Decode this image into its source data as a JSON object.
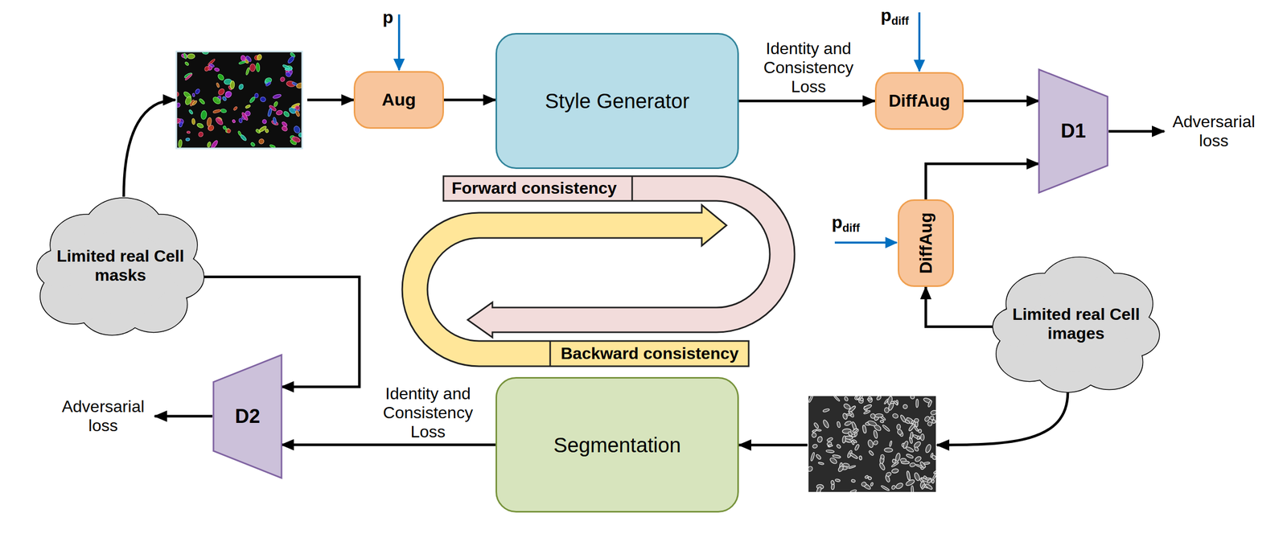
{
  "diagram": {
    "nodes": [
      {
        "text": [
          "Limited real Cell masks"
        ]
      },
      {
        "text": [
          "Aug"
        ]
      },
      {
        "text": [
          "Style Generator"
        ]
      },
      {
        "text": [
          "DiffAug"
        ]
      },
      {
        "text": [
          "D1"
        ]
      },
      {
        "text": [
          "DiffAug"
        ]
      },
      {
        "text": [
          "Limited real Cell images"
        ]
      },
      {
        "text": [
          "Segmentation"
        ]
      },
      {
        "text": [
          "D2"
        ]
      }
    ],
    "edges": [
      {
        "from": 0,
        "to": 1,
        "arrow": "to"
      },
      {
        "from": 1,
        "to": 2,
        "arrow": "to"
      },
      {
        "from": 2,
        "to": 3,
        "label": "Identity and Consistency Loss",
        "arrow": "to"
      },
      {
        "from": 3,
        "to": 4,
        "arrow": "to"
      },
      {
        "from": 6,
        "to": 5,
        "arrow": "to"
      },
      {
        "from": 5,
        "to": 4,
        "arrow": "to"
      },
      {
        "from": 6,
        "to": 7,
        "arrow": "to"
      },
      {
        "from": 7,
        "to": 8,
        "label": "Identity and Consistency Loss",
        "arrow": "to"
      },
      {
        "from": 0,
        "to": 8,
        "arrow": "to"
      }
    ],
    "labels": [
      "p",
      "pdiff",
      "pdiff",
      "Adversarial loss",
      "Adversarial loss",
      "Forward consistency",
      "Backward consistency"
    ]
  }
}
